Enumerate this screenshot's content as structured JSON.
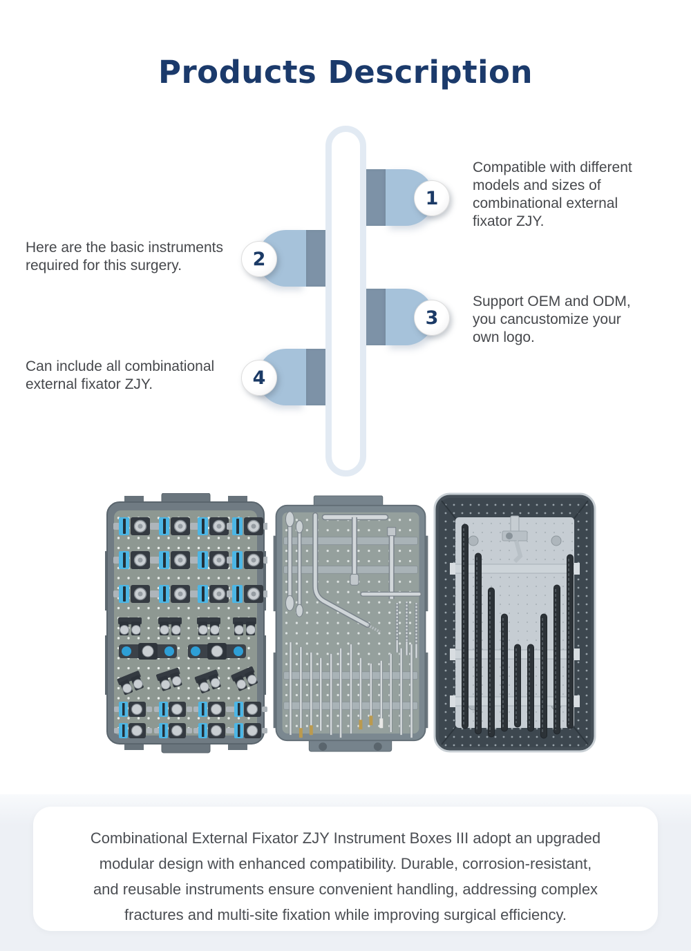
{
  "page": {
    "title": "Products Description"
  },
  "steps": [
    {
      "number": "1",
      "side": "right",
      "lines": [
        "Compatible with different",
        "models and sizes of",
        "combinational external",
        "fixator ZJY."
      ]
    },
    {
      "number": "2",
      "side": "left",
      "lines": [
        "Here are the basic instruments",
        "required for this surgery."
      ]
    },
    {
      "number": "3",
      "side": "right",
      "lines": [
        "Support OEM and ODM,",
        "you cancustomize your",
        "own logo."
      ]
    },
    {
      "number": "4",
      "side": "left",
      "lines": [
        "Can include all combinational",
        "external fixator ZJY."
      ]
    }
  ],
  "photos": [
    {
      "name": "clamp-set-tray"
    },
    {
      "name": "instrument-tools-tray"
    },
    {
      "name": "carbon-rods-basket"
    }
  ],
  "summary": {
    "lines": [
      "Combinational External Fixator ZJY Instrument Boxes III adopt an upgraded",
      "modular design with enhanced compatibility. Durable, corrosion-resistant,",
      "and reusable instruments ensure convenient handling, addressing complex",
      "fractures and multi-site fixation while improving surgical efficiency."
    ]
  },
  "colors": {
    "accent_navy": "#1b3a6b",
    "tab_light": "#a6c2da",
    "tab_dark": "#7d92a7",
    "capsule_border": "#e2eaf3",
    "body_text": "#46484c",
    "section_bg": "#edf0f5"
  }
}
